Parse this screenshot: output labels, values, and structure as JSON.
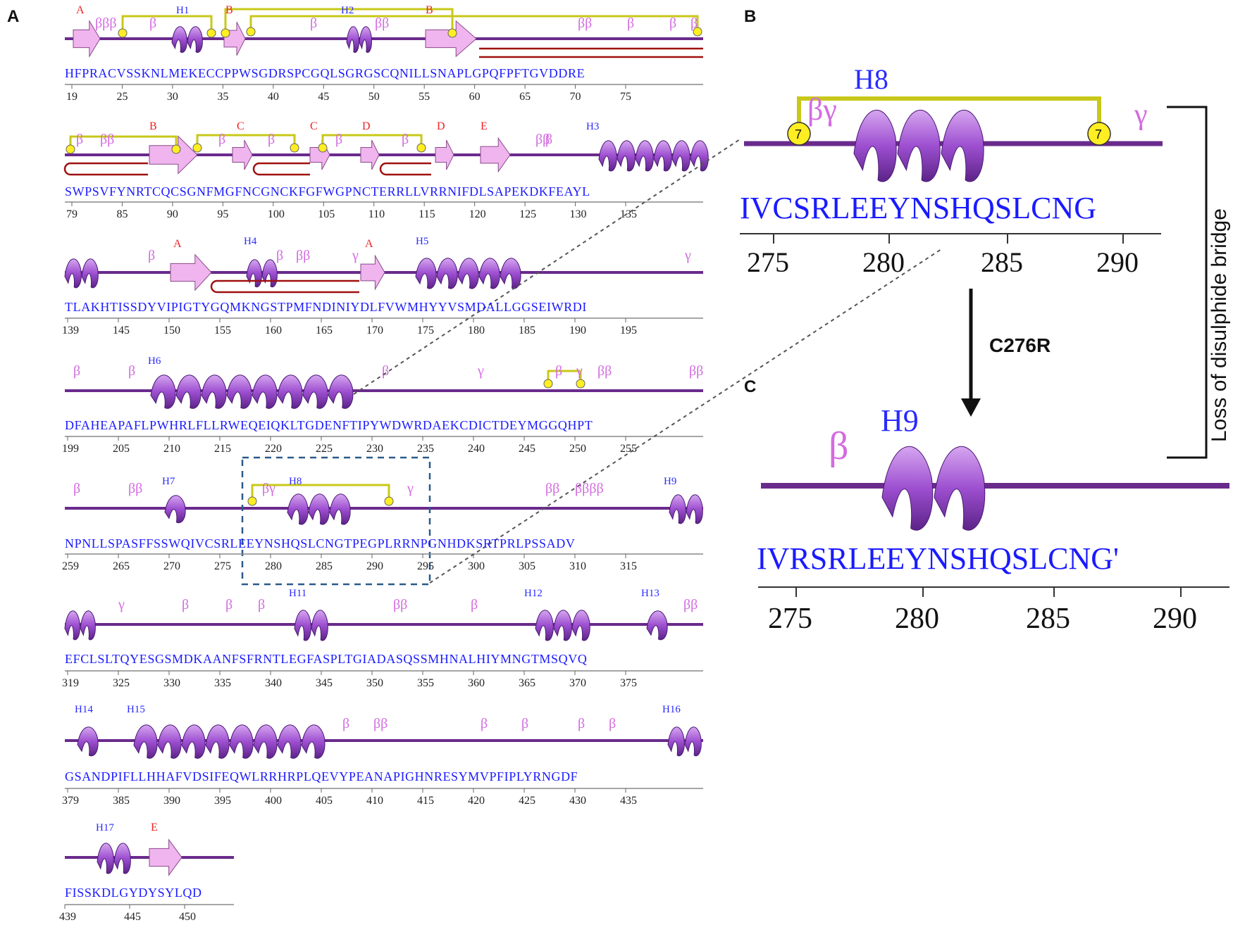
{
  "panels": {
    "a": "A",
    "b": "B",
    "c": "C"
  },
  "colors": {
    "sequence": "#1a1aff",
    "beta": "#d36be0",
    "strand_label": "#ee2222",
    "helix": "#9d4fd0",
    "backbone": "#6a2a8c",
    "disulphide": "#c8c81a",
    "hairpin": "#a01010",
    "box": "#2a5a8a"
  },
  "rows": [
    {
      "seq": "HFPRACVSSKNLMEKECCPPWSGDRSPCGQLSGRGSCQNILLSNAPLGPQFPFTGVDDRE",
      "ticks": [
        "19",
        "25",
        "30",
        "35",
        "40",
        "45",
        "50",
        "55",
        "60",
        "65",
        "70",
        "75"
      ],
      "helices": [
        "H1",
        "H2"
      ],
      "strands": [
        "A",
        "B",
        "B"
      ],
      "betas": [
        "βββ",
        "β",
        "β",
        "ββ",
        "ββ",
        "β",
        "β",
        "β"
      ],
      "gammas": []
    },
    {
      "seq": "SWPSVFYNRTCQCSGNFMGFNCGNCKFGFWGPNCTERRLLVRRNIFDLSAPEKDKFEAYL",
      "ticks": [
        "79",
        "85",
        "90",
        "95",
        "100",
        "105",
        "110",
        "115",
        "120",
        "125",
        "130",
        "135"
      ],
      "helices": [
        "H3"
      ],
      "strands": [
        "B",
        "C",
        "C",
        "D",
        "D",
        "E"
      ],
      "betas": [
        "β",
        "ββ",
        "β",
        "β",
        "β",
        "β",
        "β",
        "ββ"
      ],
      "gammas": []
    },
    {
      "seq": "TLAKHTISSDYVIPIGTYGQMKNGSTPMFNDINIYDLFVWMHYYVSMDALLGGSEIWRDI",
      "ticks": [
        "139",
        "145",
        "150",
        "155",
        "160",
        "165",
        "170",
        "175",
        "180",
        "185",
        "190",
        "195"
      ],
      "helices": [
        "H4",
        "H5"
      ],
      "strands": [
        "A",
        "A"
      ],
      "betas": [
        "β",
        "β",
        "ββ"
      ],
      "gammas": [
        "γ",
        "γ"
      ]
    },
    {
      "seq": "DFAHEAPAFLPWHRLFLLRWEQEIQKLTGDENFTIPYWDWRDAEKCDICTDEYMGGQHPT",
      "ticks": [
        "199",
        "205",
        "210",
        "215",
        "220",
        "225",
        "230",
        "235",
        "240",
        "245",
        "250",
        "255"
      ],
      "helices": [
        "H6"
      ],
      "strands": [],
      "betas": [
        "β",
        "β",
        "β",
        "β",
        "ββ",
        "ββ"
      ],
      "gammas": [
        "γ",
        "γ"
      ]
    },
    {
      "seq": "NPNLLSPASFFSSWQIVCSRLEEYNSHQSLCNGTPEGPLRRNPGNHDKSRTPRLPSSADV",
      "ticks": [
        "259",
        "265",
        "270",
        "275",
        "280",
        "285",
        "290",
        "295",
        "300",
        "305",
        "310",
        "315"
      ],
      "helices": [
        "H7",
        "H8",
        "H9"
      ],
      "strands": [],
      "betas": [
        "β",
        "ββ",
        "βγ",
        "ββ",
        "ββββ"
      ],
      "gammas": [
        "γ"
      ]
    },
    {
      "seq": "EFCLSLTQYESGSMDKAANFSFRNTLEGFASPLTGIADASQSSMHNALHIYMNGTMSQVQ",
      "ticks": [
        "319",
        "325",
        "330",
        "335",
        "340",
        "345",
        "350",
        "355",
        "360",
        "365",
        "370",
        "375"
      ],
      "helices": [
        "H11",
        "H12",
        "H13"
      ],
      "strands": [],
      "betas": [
        "β",
        "β",
        "β",
        "ββ",
        "β",
        "ββ"
      ],
      "gammas": [
        "γ"
      ]
    },
    {
      "seq": "GSANDPIFLLHHAFVDSIFEQWLRRHRPLQEVYPEANAPIGHNRESYMVPFIPLYRNGDF",
      "ticks": [
        "379",
        "385",
        "390",
        "395",
        "400",
        "405",
        "410",
        "415",
        "420",
        "425",
        "430",
        "435"
      ],
      "helices": [
        "H14",
        "H15",
        "H16"
      ],
      "strands": [],
      "betas": [
        "β",
        "ββ",
        "β",
        "β",
        "β",
        "β"
      ],
      "gammas": []
    },
    {
      "seq": "FISSKDLGYDYSYLQD",
      "ticks": [
        "439",
        "445",
        "450"
      ],
      "helices": [
        "H17"
      ],
      "strands": [
        "E"
      ],
      "betas": [],
      "gammas": []
    }
  ],
  "panel_b": {
    "helix": "H8",
    "seq": "IVCSRLEEYNSHQSLCNG",
    "ticks": [
      "275",
      "280",
      "285",
      "290"
    ],
    "bond_label": "7",
    "beta": "βγ",
    "gamma": "γ"
  },
  "mutation": "C276R",
  "side_label": "Loss of disulphide bridge",
  "panel_c": {
    "helix": "H9",
    "seq": "IVRSRLEEYNSHQSLCNG'",
    "ticks": [
      "275",
      "280",
      "285",
      "290"
    ],
    "beta": "β"
  }
}
